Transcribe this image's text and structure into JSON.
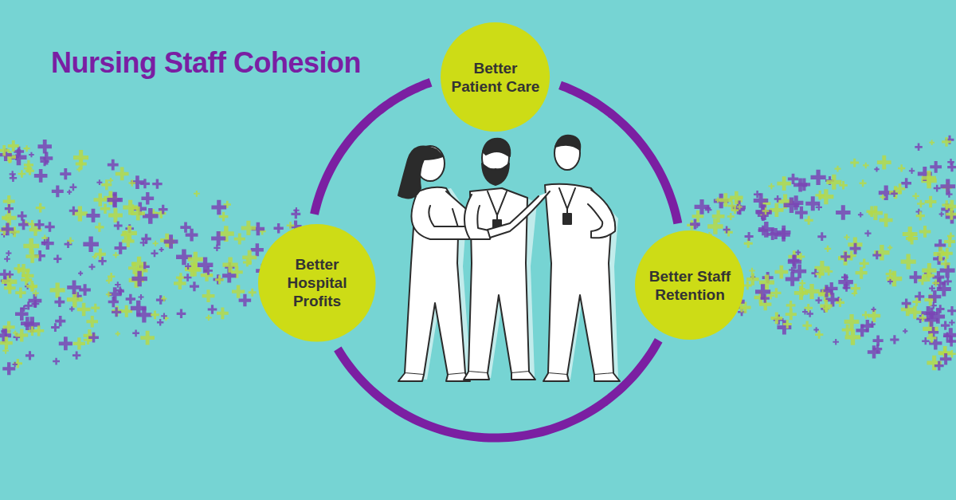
{
  "diagram": {
    "title": "Nursing Staff Cohesion",
    "nodes": [
      {
        "text": [
          "Better Patient Care"
        ]
      },
      {
        "text": [
          "Better Hospital Profits"
        ]
      },
      {
        "text": [
          "Better Staff Retention"
        ]
      }
    ],
    "edges": [
      {
        "from": 0,
        "to": 2,
        "arrow": "none"
      },
      {
        "from": 2,
        "to": 1,
        "arrow": "none"
      },
      {
        "from": 1,
        "to": 0,
        "arrow": "none"
      }
    ]
  }
}
